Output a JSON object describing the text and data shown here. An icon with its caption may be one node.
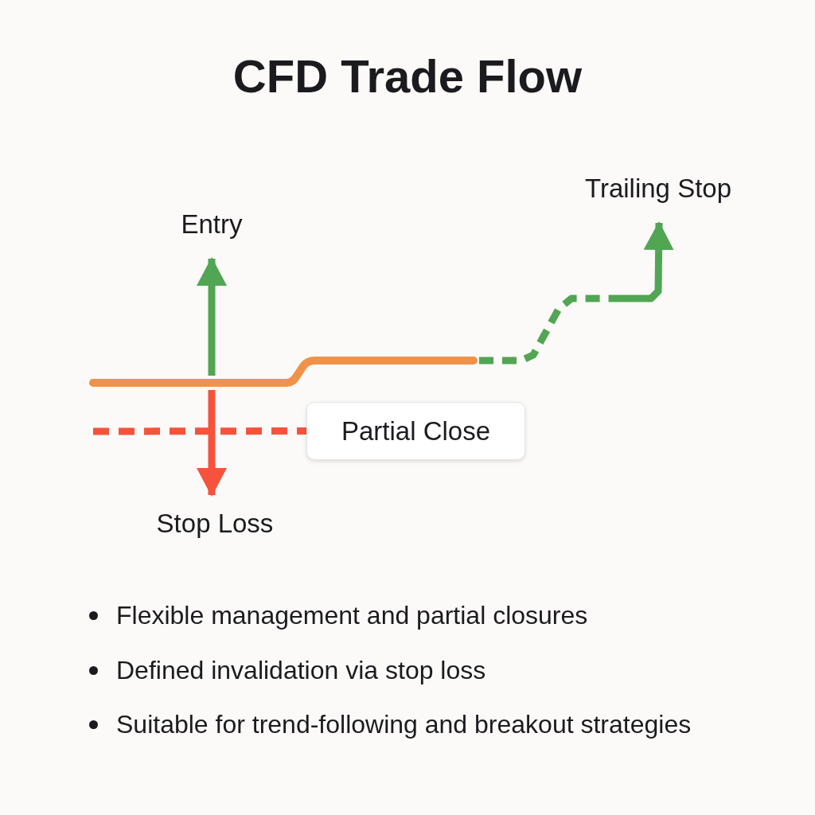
{
  "diagram": {
    "title": "CFD Trade Flow",
    "nodes": [
      {
        "text": [
          "Trailing Stop"
        ]
      },
      {
        "text": [
          "Entry"
        ]
      },
      {
        "text": [
          "Partial Close"
        ]
      },
      {
        "text": [
          "Stop Loss"
        ]
      }
    ],
    "edges": [
      {
        "from": null,
        "to": 1,
        "arrow": "to",
        "color": "#52a552"
      },
      {
        "from": null,
        "to": 3,
        "arrow": "to",
        "color": "#f5533d"
      },
      {
        "from": null,
        "to": 2,
        "arrow": "none",
        "style": "dashed",
        "color": "#f5533d"
      },
      {
        "from": null,
        "to": 0,
        "arrow": "to",
        "style": "dashed",
        "color": "#52a552"
      }
    ],
    "labels": [
      "Flexible management and partial closures",
      "Defined invalidation via stop loss",
      "Suitable for trend-following and breakout strategies"
    ]
  }
}
